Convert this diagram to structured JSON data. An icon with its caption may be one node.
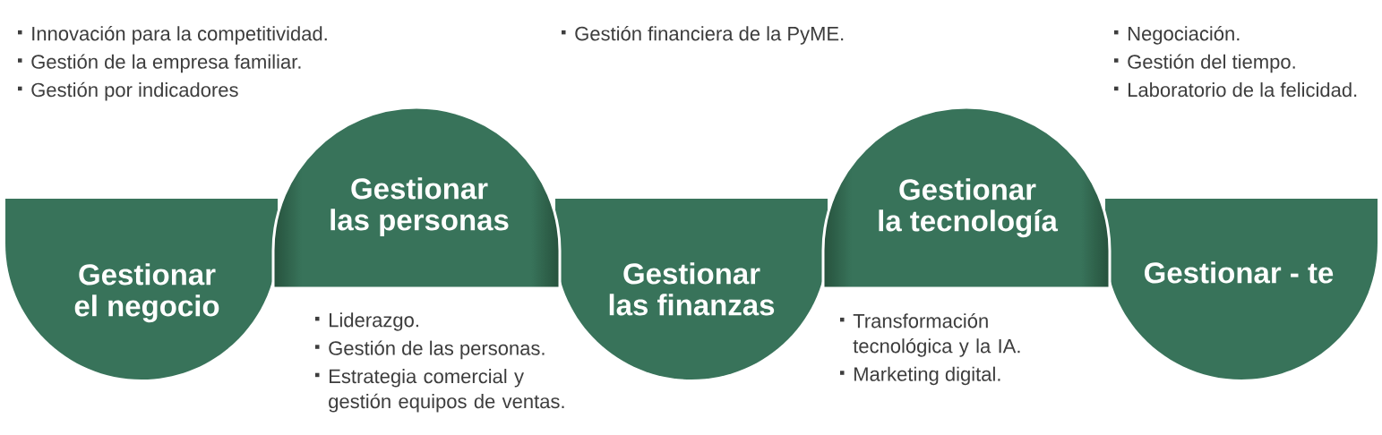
{
  "diagram": {
    "nodes": [
      {
        "text": [
          "Gestionar el negocio"
        ],
        "beside": [
          "Innovación para la competitividad.",
          "Gestión de la empresa familiar.",
          "Gestión por indicadores"
        ]
      },
      {
        "text": [
          "Gestionar las personas"
        ],
        "beside": [
          "Liderazgo.",
          "Gestión de las personas.",
          "Estrategia comercial y gestión equipos de ventas."
        ]
      },
      {
        "text": [
          "Gestionar las finanzas"
        ]
      },
      {
        "text": [
          "Gestionar la tecnología"
        ],
        "beside": [
          "Transformación tecnológica y la IA.",
          "Marketing digital."
        ]
      },
      {
        "text": [
          "Gestionar - te"
        ],
        "beside": [
          "Negociación.",
          "Gestión del tiempo.",
          "Laboratorio de la felicidad."
        ]
      }
    ],
    "labels": [
      "Gestión financiera de la PyME."
    ]
  }
}
